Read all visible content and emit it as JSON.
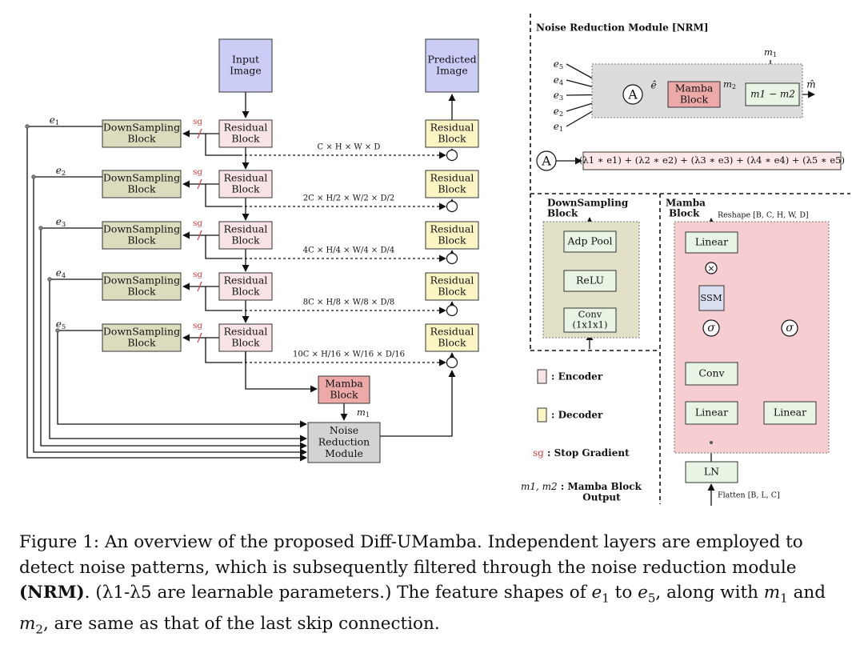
{
  "blocks": {
    "input": [
      "Input",
      "Image"
    ],
    "predicted": [
      "Predicted",
      "Image"
    ],
    "residual": [
      "Residual",
      "Block"
    ],
    "downsampling": [
      "DownSampling",
      "Block"
    ],
    "mamba": [
      "Mamba",
      "Block"
    ],
    "nrm": [
      "Noise",
      "Reduction",
      "Module"
    ]
  },
  "stop_gradient": "sg",
  "encoder_labels": [
    "e1",
    "e2",
    "e3",
    "e4",
    "e5"
  ],
  "m1_label": "m1",
  "skip_shapes": [
    "C × H × W × D",
    "2C × H/2 × W/2 × D/2",
    "4C × H/4 × W/4 × D/4",
    "8C × H/8 × W/8 × D/8",
    "10C × H/16 × W/16 × D/16"
  ],
  "nrm_panel": {
    "title": "Noise Reduction Module [NRM]",
    "inputs": [
      "e5",
      "e4",
      "e3",
      "e2",
      "e1"
    ],
    "a_symbol": "A",
    "e_hat": "ê",
    "mamba": [
      "Mamba",
      "Block"
    ],
    "m2": "m2",
    "m1": "m1",
    "diff": "m1 − m2",
    "m_hat": "m̂",
    "formula": "(λ1 ∗ e1) + (λ2 ∗ e2) + (λ3 ∗ e3) + (λ4 ∗ e4) + (λ5 ∗ e5)"
  },
  "ds_panel": {
    "title": [
      "DownSampling",
      "Block"
    ],
    "layers": [
      "Adp Pool",
      "ReLU",
      "Conv"
    ],
    "conv_sub": "(1x1x1)"
  },
  "mamba_panel": {
    "title": [
      "Mamba",
      "Block"
    ],
    "reshape": "Reshape [B, C, H, W, D]",
    "flatten": "Flatten [B, L, C]",
    "linear": "Linear",
    "ssm": "SSM",
    "sigma": "σ",
    "conv": "Conv",
    "ln": "LN",
    "times": "×"
  },
  "legend": {
    "encoder": ": Encoder",
    "decoder": ": Decoder",
    "sg_prefix": "sg",
    "sg_text": " : Stop Gradient",
    "mamba_out_vars": "m1, m2",
    "mamba_out_text": " : Mamba Block",
    "mamba_out_text2": "Output"
  },
  "caption": {
    "lead": "Figure 1: An overview of the proposed Diff-UMamba. Independent layers are employed to detect noise patterns, which is subsequently filtered through the noise reduction module ",
    "bold": "(NRM)",
    "mid": ". (λ1-λ5 are learnable parameters.) The feature shapes of ",
    "e1": "e1",
    "to": " to ",
    "e5": "e5",
    "along": ", along with ",
    "m1": "m1",
    "and": " and ",
    "m2": "m2",
    "tail": ", are same as that of the last skip connection."
  },
  "colors": {
    "input_fill": "#cccdf7",
    "residual_fill": "#f8e4e6",
    "decoder_fill": "#fbf5c4",
    "downsampling_fill": "#dddcbf",
    "mamba_fill": "#eca9a8",
    "nrm_fill": "#d3d3d3",
    "nrm_panel_bg": "#dcdcdc",
    "ds_panel_bg": "#e2e0c6",
    "mamba_panel_bg": "#f6cdd0",
    "layer_fill": "#e8f5e4",
    "sg_red": "#d84040"
  }
}
